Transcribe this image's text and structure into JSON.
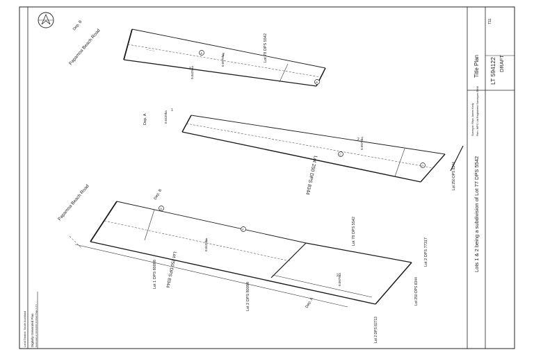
{
  "plan": {
    "title": "Title Plan",
    "number": "LT 594122",
    "status": "DRAFT",
    "subtitle": "Lots 1 & 2 being a subdivision of Lot 77 DPS 5542",
    "surveyor": "Surveyor: Rhys James Kelly",
    "firm": "Firm: WPC Ltd Registered Surveyors BKM",
    "land_district": "Land District: South Auckland",
    "footer_title": "Digitally Generated Plan",
    "footer_note": "Generated on 11/11/2016 11:00am  Page 1 of 1",
    "sheet_ref": "T11"
  },
  "labels": {
    "road_top": "Papamoa Beach Road",
    "road_bottom": "Papamoa Beach Road",
    "dep_b_top": "Dep. B",
    "dep_a": "Dep. A",
    "dep_b_bottom": "Dep. B",
    "dep_a_bottom": "Dep. A",
    "lot78_top": "Lot 78 DPS 5542",
    "lot78_bottom": "Lot 78 DPS 5542",
    "lot250_center": "Lot 250 DPS 8344",
    "lot250_center_b": "Lot 250 DPS 8344",
    "lot250_right": "Lot 250 DPS 8344",
    "lot250_small": "Lot 250 DPS 8344",
    "lot1_dps80098": "Lot 1 DPS 80098",
    "lot2_dps80098": "Lot 2 DPS 80098",
    "lot2_dps77317": "Lot 2 DPS 77317",
    "lot2_dps82713": "Lot 2 DPS 82713",
    "lot1_a": "1",
    "lot1_b": "1",
    "lot1_c": "1",
    "lot2_a": "2",
    "lot2_b": "2",
    "area_lot1_top": "0.0429ha",
    "area_lot2_top": "0.0979ha",
    "area_lot1_mid": "0.0429ha",
    "area_lot2_mid": "0.0979ha",
    "area_lot1_bot": "0.0429ha",
    "area_lot2_bot": "0.0979ha",
    "marker_a": "A",
    "marker_b": "B",
    "marker_c": "C",
    "marker_d": "D",
    "marker_e": "E"
  }
}
